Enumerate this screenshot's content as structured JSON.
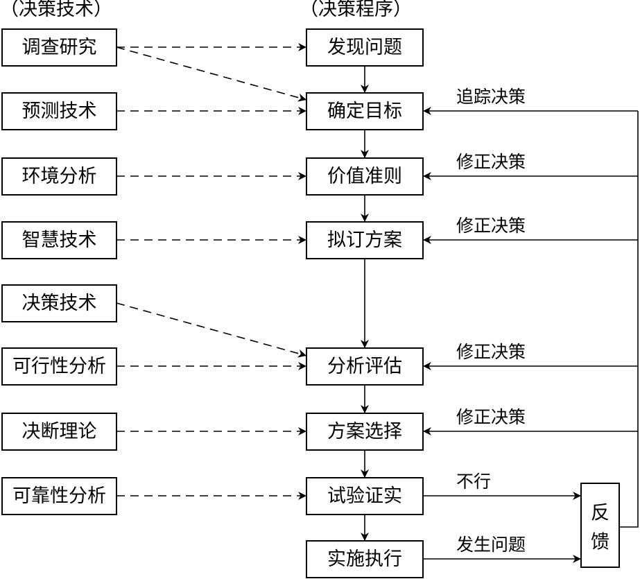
{
  "headers": {
    "techniques": "（决策技术）",
    "procedure": "（决策程序）"
  },
  "techniques": [
    "调查研究",
    "预测技术",
    "环境分析",
    "智慧技术",
    "决策技术",
    "可行性分析",
    "决断理论",
    "可靠性分析"
  ],
  "steps": [
    "发现问题",
    "确定目标",
    "价值准则",
    "拟订方案",
    "分析评估",
    "方案选择",
    "试验证实",
    "实施执行"
  ],
  "feedback": {
    "line1": "反",
    "line2": "馈"
  },
  "loop_labels": [
    "追踪决策",
    "修正决策",
    "修正决策",
    "修正决策",
    "修正决策"
  ],
  "outcome_labels": {
    "fail": "不行",
    "problem": "发生问题"
  },
  "colors": {
    "ink": "#000000",
    "background": "#ffffff"
  }
}
